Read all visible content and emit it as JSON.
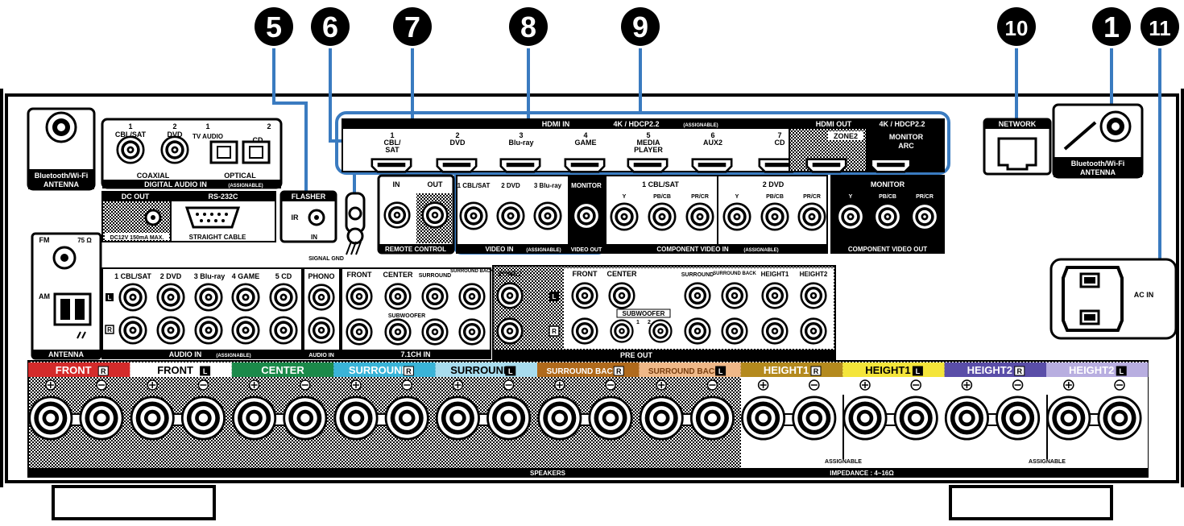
{
  "callouts": [
    {
      "id": "5",
      "label": "5"
    },
    {
      "id": "6",
      "label": "6"
    },
    {
      "id": "7",
      "label": "7"
    },
    {
      "id": "8",
      "label": "8"
    },
    {
      "id": "9",
      "label": "9"
    },
    {
      "id": "10",
      "label": "10"
    },
    {
      "id": "1",
      "label": "1"
    },
    {
      "id": "11",
      "label": "11"
    }
  ],
  "antenna_bt": {
    "label1": "Bluetooth/Wi-Fi",
    "label2": "ANTENNA"
  },
  "digital_audio": {
    "title": "DIGITAL AUDIO IN",
    "assignable": "(ASSIGNABLE)",
    "coaxial": "COAXIAL",
    "optical": "OPTICAL",
    "inputs": [
      {
        "num": "1",
        "name": "CBL/SAT"
      },
      {
        "num": "2",
        "name": "DVD"
      },
      {
        "num": "1",
        "name": "TV AUDIO"
      },
      {
        "num": "2",
        "name": "CD"
      }
    ]
  },
  "dc_out": {
    "title": "DC OUT",
    "spec": "DC12V 150mA MAX."
  },
  "rs232c": {
    "title": "RS-232C",
    "sub": "STRAIGHT CABLE"
  },
  "flasher": {
    "title": "FLASHER",
    "ir": "IR",
    "in": "IN"
  },
  "signal_gnd": "SIGNAL GND",
  "hdmi": {
    "title": "HDMI IN",
    "spec": "4K / HDCP2.2",
    "assignable": "(ASSIGNABLE)",
    "inputs": [
      {
        "num": "1",
        "name": "CBL/ SAT"
      },
      {
        "num": "2",
        "name": "DVD"
      },
      {
        "num": "3",
        "name": "Blu-ray"
      },
      {
        "num": "4",
        "name": "GAME"
      },
      {
        "num": "5",
        "name": "MEDIA PLAYER"
      },
      {
        "num": "6",
        "name": "AUX2"
      },
      {
        "num": "7",
        "name": "CD"
      }
    ],
    "out_title": "HDMI OUT",
    "out_spec": "4K / HDCP2.2",
    "zone2": "ZONE2",
    "monitor": "MONITOR",
    "arc": "ARC"
  },
  "network": "NETWORK",
  "remote_control": {
    "title": "REMOTE CONTROL",
    "in": "IN",
    "out": "OUT"
  },
  "video_in": {
    "title": "VIDEO IN",
    "assignable": "(ASSIGNABLE)",
    "labels": [
      "1 CBL/SAT",
      "2 DVD",
      "3 Blu-ray"
    ],
    "monitor": "MONITOR",
    "out": "VIDEO OUT"
  },
  "component_in": {
    "title": "COMPONENT VIDEO IN",
    "assignable": "(ASSIGNABLE)",
    "g1": "1 CBL/SAT",
    "g2": "2 DVD",
    "y": "Y",
    "pb": "PB/CB",
    "pr": "PR/CR"
  },
  "component_out": {
    "title": "COMPONENT VIDEO OUT",
    "monitor": "MONITOR"
  },
  "antenna_tuner": {
    "fm": "FM",
    "ohm": "75 Ω",
    "am": "AM",
    "title": "ANTENNA"
  },
  "audio_in": {
    "title": "AUDIO IN",
    "assignable": "(ASSIGNABLE)",
    "labels": [
      "1 CBL/SAT",
      "2 DVD",
      "3 Blu-ray",
      "4 GAME",
      "5 CD"
    ]
  },
  "phono": {
    "title": "PHONO",
    "sub": "AUDIO IN"
  },
  "ch71_in": {
    "title": "7.1CH IN",
    "labels": [
      "FRONT",
      "CENTER",
      "SURROUND",
      "SURROUND BACK"
    ],
    "sub": "SUBWOOFER"
  },
  "pre_out": {
    "title": "PRE OUT",
    "zone2": "ZONE2",
    "front": "FRONT",
    "center": "CENTER",
    "surround": "SURROUND",
    "sback": "SURROUND BACK",
    "h1": "HEIGHT1",
    "h2": "HEIGHT2",
    "sub": "SUBWOOFER",
    "n1": "1",
    "n2": "2"
  },
  "ac_in": "AC IN",
  "speakers": {
    "title": "SPEAKERS",
    "impedance": "IMPEDANCE : 4~16Ω",
    "assignable": "ASSIGNABLE",
    "channels": [
      {
        "label": "FRONT",
        "side": "R",
        "color": "#d42b2b",
        "text": "#ffffff"
      },
      {
        "label": "FRONT",
        "side": "L",
        "color": "#ffffff",
        "text": "#000000"
      },
      {
        "label": "CENTER",
        "side": "",
        "color": "#1b8a4a",
        "text": "#ffffff"
      },
      {
        "label": "SURROUND",
        "side": "R",
        "color": "#3ab4d8",
        "text": "#ffffff"
      },
      {
        "label": "SURROUND",
        "side": "L",
        "color": "#a8dcee",
        "text": "#000000"
      },
      {
        "label": "SURROUND BACK",
        "side": "R",
        "color": "#b06a1c",
        "text": "#ffffff"
      },
      {
        "label": "SURROUND BACK",
        "side": "L",
        "color": "#efb888",
        "text": "#7a3f10"
      },
      {
        "label": "HEIGHT1",
        "side": "R",
        "color": "#b48a1e",
        "text": "#ffffff"
      },
      {
        "label": "HEIGHT1",
        "side": "L",
        "color": "#f4e53a",
        "text": "#000000"
      },
      {
        "label": "HEIGHT2",
        "side": "R",
        "color": "#5a4ea8",
        "text": "#ffffff"
      },
      {
        "label": "HEIGHT2",
        "side": "L",
        "color": "#b8aee0",
        "text": "#ffffff"
      }
    ]
  },
  "colors": {
    "callout_line": "#3a7bc0",
    "panel": "#000000"
  }
}
